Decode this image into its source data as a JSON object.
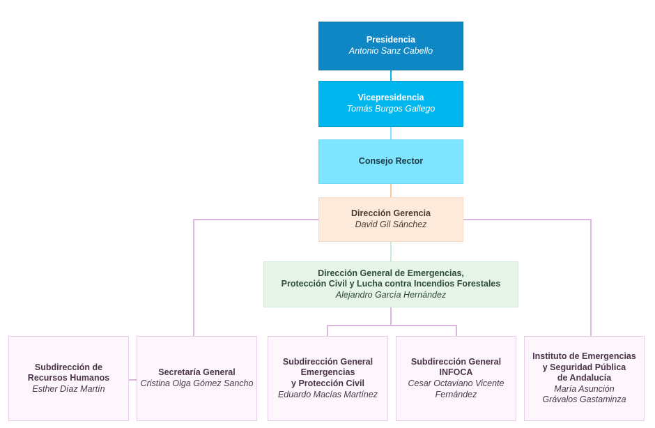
{
  "diagram": {
    "type": "organization-chart",
    "nodes": [
      {
        "id": "presidencia",
        "title": "Presidencia",
        "person": "Antonio Sanz Cabello",
        "color": "#0f87c4",
        "text_color": "#ffffff"
      },
      {
        "id": "vicepresidencia",
        "title": "Vicepresidencia",
        "person": "Tomás Burgos Gallego",
        "color": "#00b6ef",
        "text_color": "#ffffff"
      },
      {
        "id": "consejo-rector",
        "title": "Consejo Rector",
        "person": "",
        "color": "#7fe4ff",
        "text_color": "#1a3a44"
      },
      {
        "id": "direccion-gerencia",
        "title": "Dirección Gerencia",
        "person": "David Gil Sánchez",
        "color": "#fdeadb",
        "text_color": "#4a3b30"
      },
      {
        "id": "direccion-general-emergencias",
        "title": "Dirección General de Emergencias,\nProtección Civil y Lucha contra Incendios Forestales",
        "person": "Alejandro García Hernández",
        "color": "#e6f4ea",
        "text_color": "#2f4a38"
      },
      {
        "id": "subdireccion-recursos-humanos",
        "title": "Subdirección de\nRecursos Humanos",
        "person": "Esther Díaz Martín",
        "color": "#fdf6fd",
        "text_color": "#4a3448"
      },
      {
        "id": "secretaria-general",
        "title": "Secretaría General",
        "person": "Cristina Olga Gómez Sancho",
        "color": "#fdf6fd",
        "text_color": "#4a3448"
      },
      {
        "id": "subdireccion-general-emergencias-proteccion-civil",
        "title": "Subdirección General\nEmergencias\ny Protección Civil",
        "person": "Eduardo Macías Martínez",
        "color": "#fdf6fd",
        "text_color": "#4a3448"
      },
      {
        "id": "subdireccion-general-infoca",
        "title": "Subdirección General\nINFOCA",
        "person": "Cesar Octaviano Vicente\nFernández",
        "color": "#fdf6fd",
        "text_color": "#4a3448"
      },
      {
        "id": "instituto-emergencias-seguridad-publica",
        "title": "Instituto de Emergencias\ny Seguridad Pública\nde Andalucía",
        "person": "María Asunción\nGrávalos Gastaminza",
        "color": "#fdf6fd",
        "text_color": "#4a3448"
      }
    ],
    "edges": [
      {
        "from": "presidencia",
        "to": "vicepresidencia",
        "color": "#00b6ef"
      },
      {
        "from": "vicepresidencia",
        "to": "consejo-rector",
        "color": "#7fe4ff"
      },
      {
        "from": "consejo-rector",
        "to": "direccion-gerencia",
        "color": "#f6c9a3"
      },
      {
        "from": "direccion-gerencia",
        "to": "direccion-general-emergencias",
        "color": "#cde8d5"
      },
      {
        "from": "direccion-gerencia",
        "to": "subdireccion-recursos-humanos",
        "color": "#dcb7dc"
      },
      {
        "from": "direccion-gerencia",
        "to": "secretaria-general",
        "color": "#dcb7dc"
      },
      {
        "from": "direccion-gerencia",
        "to": "instituto-emergencias-seguridad-publica",
        "color": "#dcb7dc"
      },
      {
        "from": "direccion-general-emergencias",
        "to": "subdireccion-general-emergencias-proteccion-civil",
        "color": "#dcb7dc"
      },
      {
        "from": "direccion-general-emergencias",
        "to": "subdireccion-general-infoca",
        "color": "#dcb7dc"
      }
    ]
  }
}
